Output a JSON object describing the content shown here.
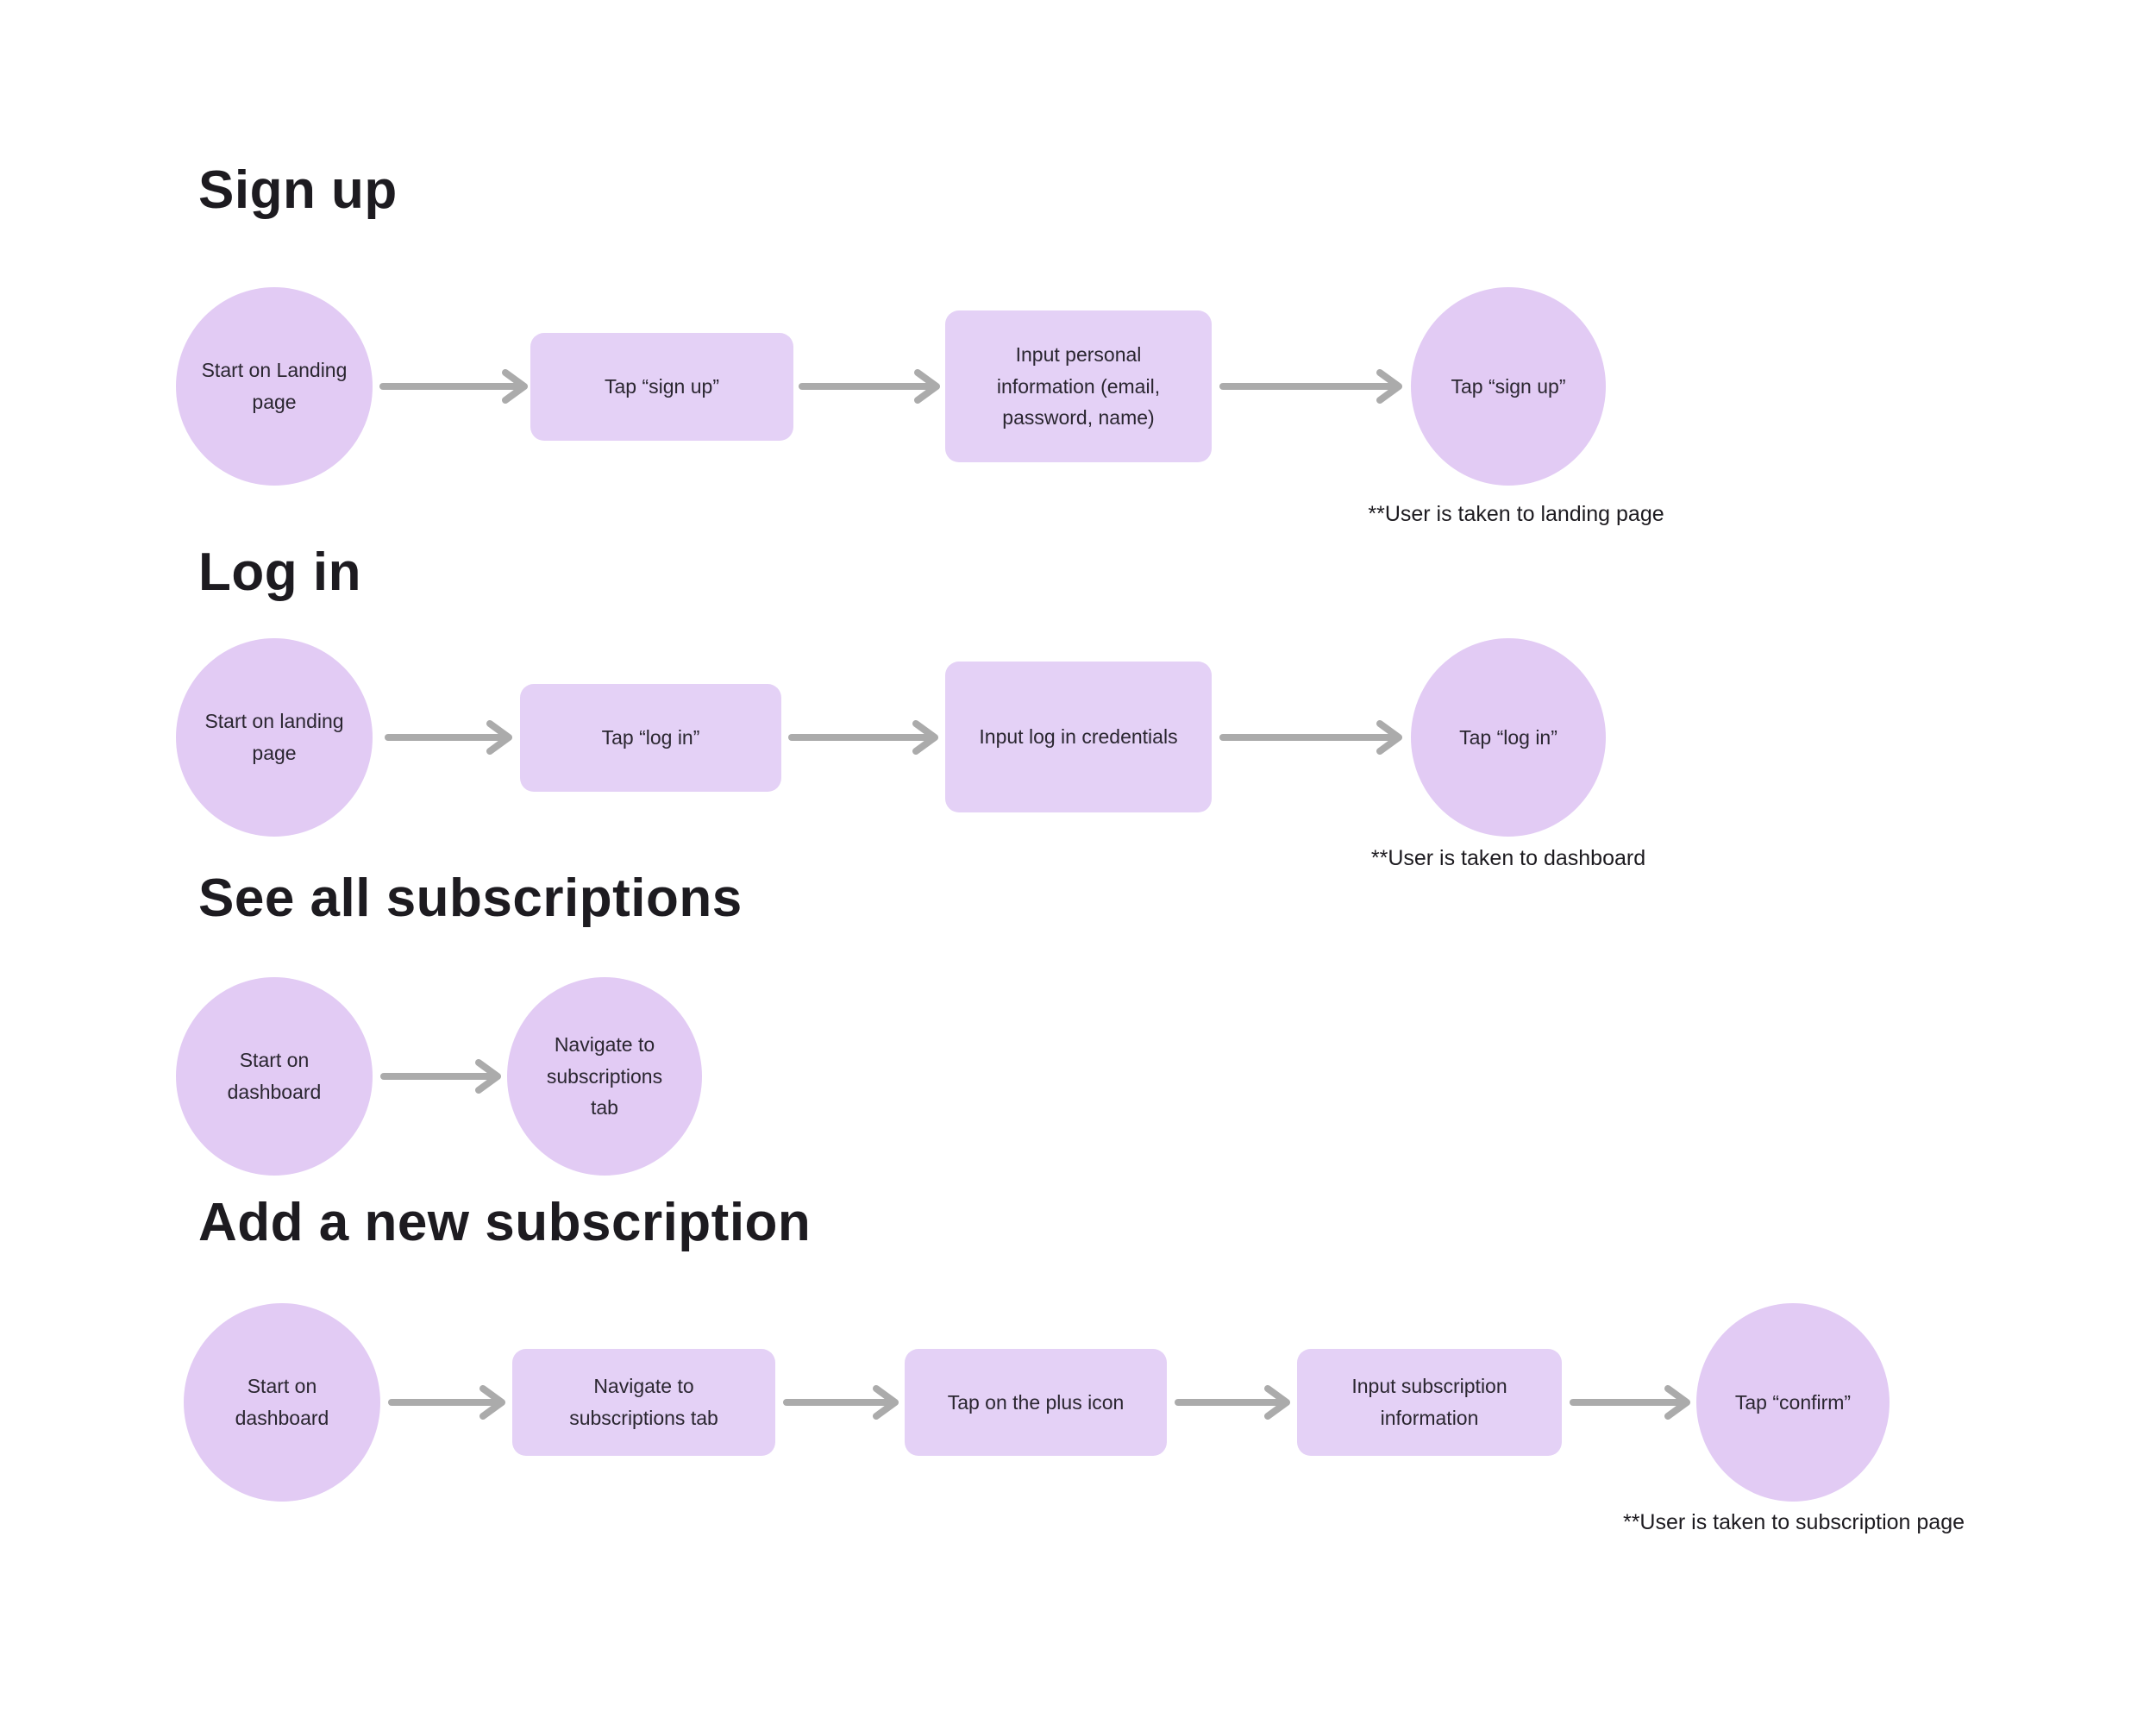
{
  "colors": {
    "background": "#FFFFFF",
    "circle_fill": "#E2CBF4",
    "rect_fill": "#E4D1F6",
    "arrow": "#ABABAB",
    "title_text": "#1D1B20",
    "node_text": "#2A2630"
  },
  "flows": [
    {
      "title": "Sign up",
      "nodes": [
        {
          "shape": "circle",
          "label": "Start on Landing page"
        },
        {
          "shape": "rect",
          "label": "Tap “sign up”"
        },
        {
          "shape": "rect",
          "label": "Input personal information (email, password, name)"
        },
        {
          "shape": "circle",
          "label": "Tap “sign up”"
        }
      ],
      "note": "**User is taken to landing page"
    },
    {
      "title": "Log in",
      "nodes": [
        {
          "shape": "circle",
          "label": "Start on landing page"
        },
        {
          "shape": "rect",
          "label": "Tap “log in”"
        },
        {
          "shape": "rect",
          "label": "Input log in credentials"
        },
        {
          "shape": "circle",
          "label": "Tap “log in”"
        }
      ],
      "note": "**User is taken to dashboard"
    },
    {
      "title": "See all subscriptions",
      "nodes": [
        {
          "shape": "circle",
          "label": "Start on dashboard"
        },
        {
          "shape": "circle",
          "label": "Navigate to subscriptions tab"
        }
      ]
    },
    {
      "title": "Add a new subscription",
      "nodes": [
        {
          "shape": "circle",
          "label": "Start on dashboard"
        },
        {
          "shape": "rect",
          "label": "Navigate to subscriptions tab"
        },
        {
          "shape": "rect",
          "label": "Tap on the plus icon"
        },
        {
          "shape": "rect",
          "label": "Input subscription information"
        },
        {
          "shape": "circle",
          "label": "Tap “confirm”"
        }
      ],
      "note": "**User is taken to subscription page"
    }
  ]
}
